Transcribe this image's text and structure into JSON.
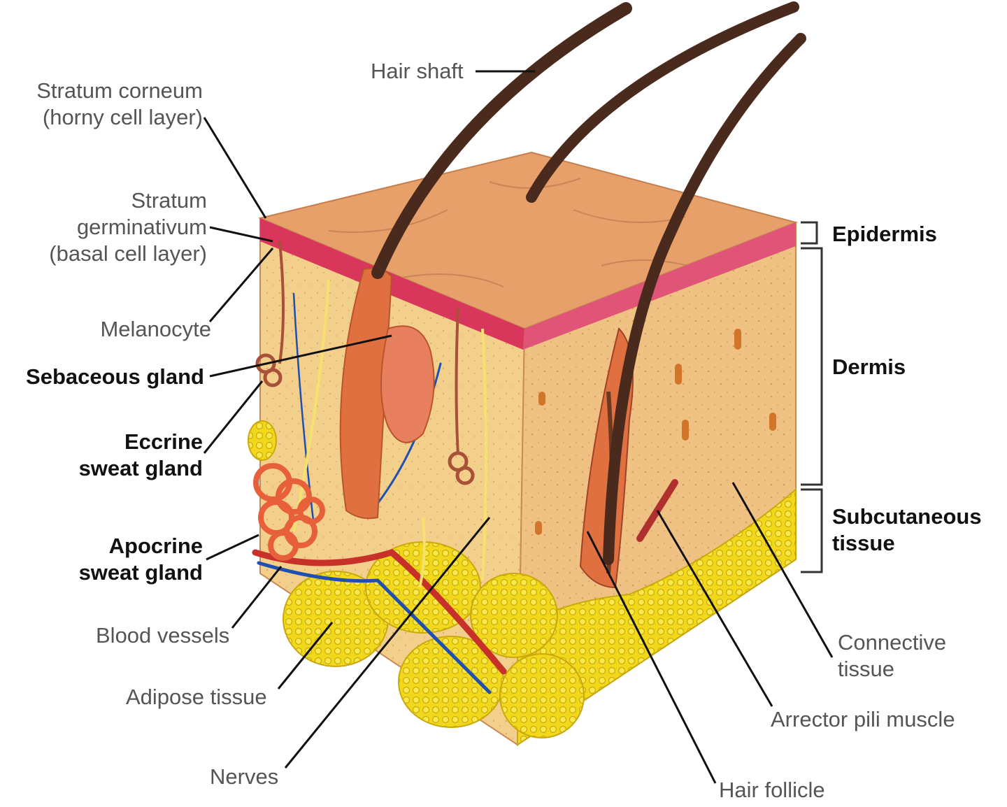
{
  "labels": {
    "hair_shaft": "Hair shaft",
    "stratum_corneum": [
      "Stratum corneum",
      "(horny cell layer)"
    ],
    "stratum_germinativum": [
      "Stratum",
      "germinativum",
      "(basal cell layer)"
    ],
    "melanocyte": "Melanocyte",
    "sebaceous_gland": "Sebaceous gland",
    "eccrine_sweat_gland": [
      "Eccrine",
      "sweat gland"
    ],
    "apocrine_sweat_gland": [
      "Apocrine",
      "sweat gland"
    ],
    "blood_vessels": "Blood vessels",
    "adipose_tissue": "Adipose tissue",
    "nerves": "Nerves",
    "hair_follicle": "Hair follicle",
    "arrector_pili_muscle": "Arrector pili muscle",
    "connective_tissue": [
      "Connective",
      "tissue"
    ],
    "epidermis": "Epidermis",
    "dermis": "Dermis",
    "subcutaneous_tissue": [
      "Subcutaneous",
      "tissue"
    ]
  },
  "colors": {
    "skin_top": "#e8a06a",
    "epidermis_band": "#d8365a",
    "dermis": "#f3cf8c",
    "fat": "#f2d81a",
    "artery": "#c8302a",
    "vein": "#1f4fb0",
    "hair": "#4a2a1c",
    "follicle": "#e07040"
  }
}
